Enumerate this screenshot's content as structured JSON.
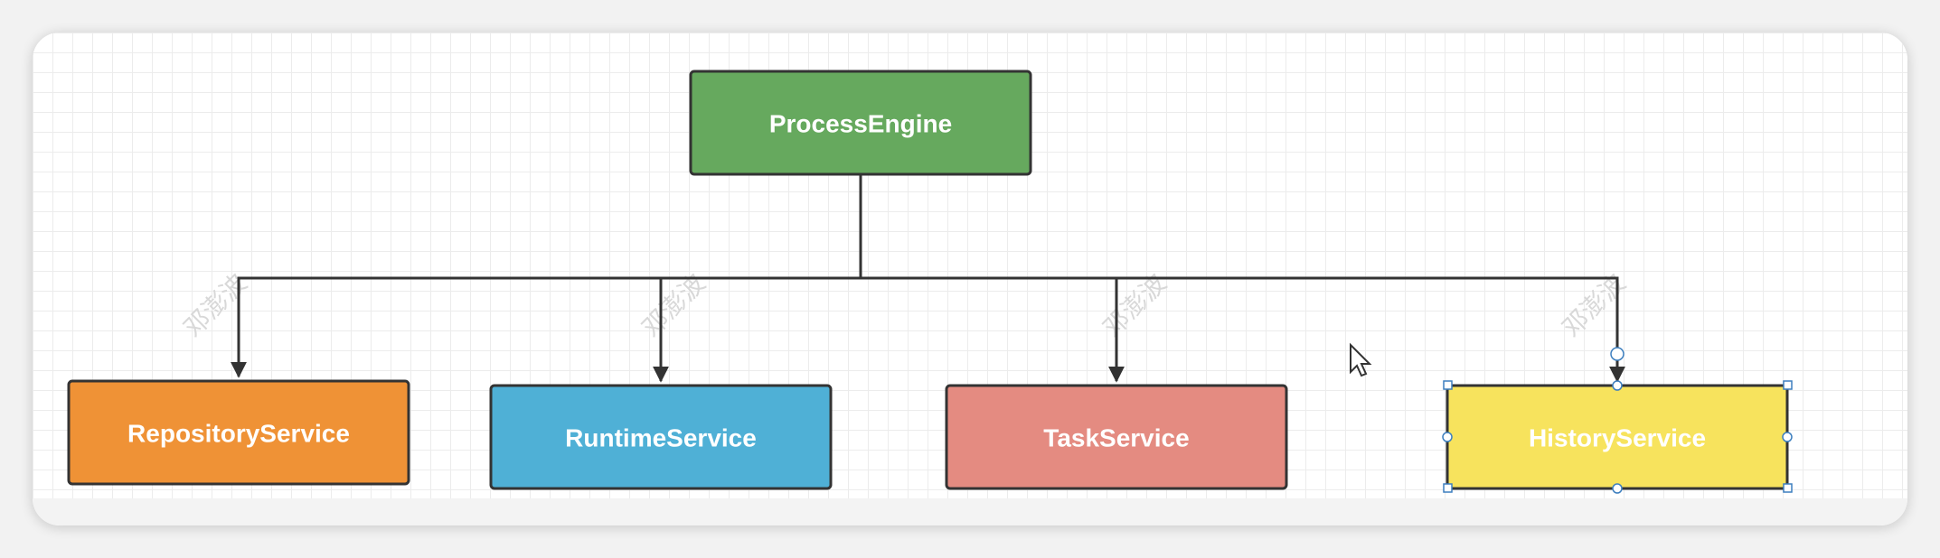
{
  "diagram": {
    "root": {
      "label": "ProcessEngine",
      "fill": "#66a95e"
    },
    "children": [
      {
        "label": "RepositoryService",
        "fill": "#ef9236"
      },
      {
        "label": "RuntimeService",
        "fill": "#4fb0d6"
      },
      {
        "label": "TaskService",
        "fill": "#e48b81"
      },
      {
        "label": "HistoryService",
        "fill": "#f7e35d",
        "selected": true
      }
    ],
    "edge_color": "#333333",
    "selection_color": "#3d7fbf",
    "watermark_text": "邓澎波"
  }
}
